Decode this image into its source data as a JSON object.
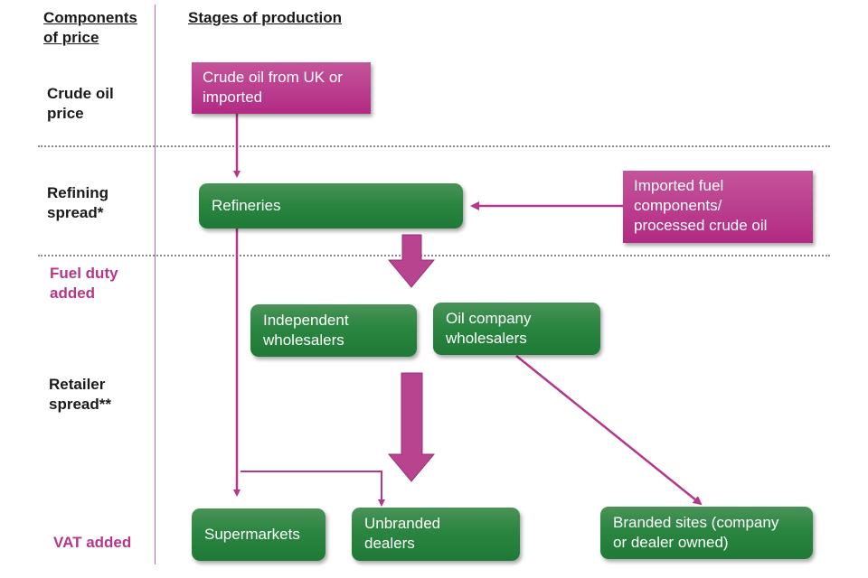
{
  "headers": {
    "components": "Components\nof price",
    "stages": "Stages of production"
  },
  "components": [
    {
      "label": "Crude oil\nprice",
      "highlight": false
    },
    {
      "label": "Refining\nspread*",
      "highlight": false
    },
    {
      "label": "Fuel duty\nadded",
      "highlight": true
    },
    {
      "label": "Retailer\nspread**",
      "highlight": false
    },
    {
      "label": "VAT added",
      "highlight": true
    }
  ],
  "nodes": {
    "crude_oil": "Crude oil from UK or\nimported",
    "imported_fuel": "Imported fuel\ncomponents/\nprocessed crude oil",
    "refineries": "Refineries",
    "independent_wholesalers": "Independent\nwholesalers",
    "oil_company_wholesalers": "Oil company\nwholesalers",
    "supermarkets": "Supermarkets",
    "unbranded_dealers": "Unbranded\ndealers",
    "branded_sites": "Branded sites (company\nor dealer owned)"
  },
  "colors": {
    "accent_pink": "#b5368a",
    "node_green": "#2a8540",
    "node_pink": "#bb3e8e"
  }
}
